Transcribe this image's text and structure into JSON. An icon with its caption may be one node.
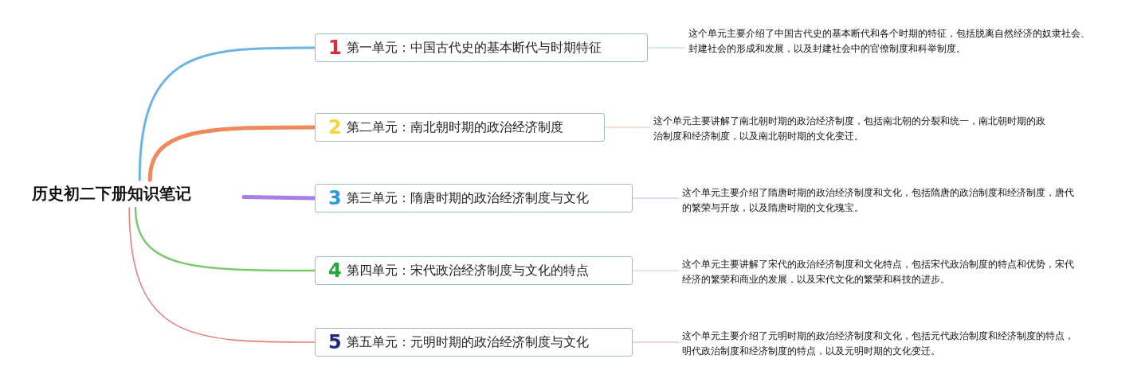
{
  "diagram": {
    "nodes": [
      {
        "text": [
          "历史初二下册知识笔记"
        ]
      },
      {
        "text": [
          "1",
          "第一单元：中国古代史的基本断代与时期特征"
        ]
      },
      {
        "text": [
          "2",
          "第二单元：南北朝时期的政治经济制度"
        ]
      },
      {
        "text": [
          "3",
          "第三单元：隋唐时期的政治经济制度与文化"
        ]
      },
      {
        "text": [
          "4",
          "第四单元：宋代政治经济制度与文化的特点"
        ]
      },
      {
        "text": [
          "5",
          "第五单元：元明时期的政治经济制度与文化"
        ]
      },
      {
        "text": [
          "这个单元主要介绍了中国古代史的基本断代和各个时期的特征，包括脱离自然经济的奴隶社会、封建社会的形成和发展，以及封建社会中的官僚制度和科举制度。"
        ]
      },
      {
        "text": [
          "这个单元主要讲解了南北朝时期的政治经济制度，包括南北朝的分裂和统一，南北朝时期的政治制度和经济制度，以及南北朝时期的文化变迁。"
        ]
      },
      {
        "text": [
          "这个单元主要介绍了隋唐时期的政治经济制度和文化，包括隋唐的政治制度和经济制度，唐代的繁荣与开放，以及隋唐时期的文化瑰宝。"
        ]
      },
      {
        "text": [
          "这个单元主要讲解了宋代的政治经济制度和文化特点，包括宋代政治制度的特点和优势，宋代经济的繁荣和商业的发展，以及宋代文化的繁荣和科技的进步。"
        ]
      },
      {
        "text": [
          "这个单元主要介绍了元明时期的政治经济制度和文化，包括元代政治制度和经济制度的特点，明代政治制度和经济制度的特点，以及元明时期的文化变迁。"
        ]
      }
    ],
    "edges": [
      {
        "from": 0,
        "to": 1,
        "arrow": "none",
        "color": "#6cb4e4"
      },
      {
        "from": 0,
        "to": 2,
        "arrow": "none",
        "style": "thick",
        "color": "#f08a5d"
      },
      {
        "from": 0,
        "to": 3,
        "arrow": "none",
        "style": "thick",
        "color": "#a77fe8"
      },
      {
        "from": 0,
        "to": 4,
        "arrow": "none",
        "color": "#7cc96c"
      },
      {
        "from": 0,
        "to": 5,
        "arrow": "none",
        "color": "#e8807a"
      },
      {
        "from": 1,
        "to": 6,
        "arrow": "none",
        "color": "#a9d5ee"
      },
      {
        "from": 2,
        "to": 7,
        "arrow": "none",
        "color": "#f3b5a0"
      },
      {
        "from": 3,
        "to": 8,
        "arrow": "none",
        "color": "#c9b6f0"
      },
      {
        "from": 4,
        "to": 9,
        "arrow": "none",
        "color": "#b9e0b0"
      },
      {
        "from": 5,
        "to": 10,
        "arrow": "none",
        "color": "#f0aaa8"
      }
    ]
  }
}
